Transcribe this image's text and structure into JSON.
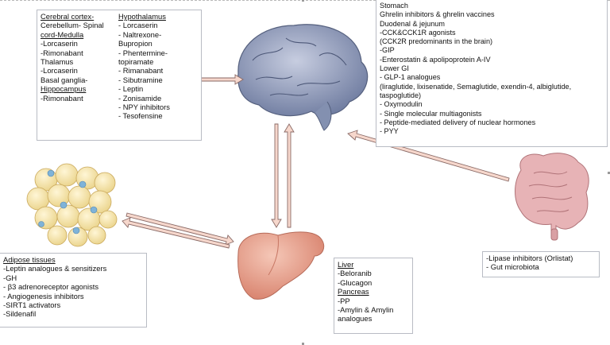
{
  "brain_box": {
    "col1": [
      {
        "text": "Cerebral cortex-",
        "underline": true
      },
      {
        "text": "Cerebellum- Spinal",
        "underline": false
      },
      {
        "text": "cord-Medulla",
        "underline": true
      },
      {
        "text": "-Lorcaserin",
        "underline": false
      },
      {
        "text": "-Rimonabant",
        "underline": false
      },
      {
        "text": "Thalamus",
        "underline": false
      },
      {
        "text": "-Lorcaserin",
        "underline": false
      },
      {
        "text": "Basal ganglia-",
        "underline": false
      },
      {
        "text": "Hippocampus",
        "underline": true
      },
      {
        "text": "-Rimonabant",
        "underline": false
      }
    ],
    "col2": [
      {
        "text": "Hypothalamus",
        "underline": true
      },
      {
        "text": "- Lorcaserin",
        "underline": false
      },
      {
        "text": "- Naltrexone-",
        "underline": false
      },
      {
        "text": "Bupropion",
        "underline": false
      },
      {
        "text": "- Phentermine-",
        "underline": false
      },
      {
        "text": "topiramate",
        "underline": false
      },
      {
        "text": "- Rimanabant",
        "underline": false
      },
      {
        "text": "- Sibutramine",
        "underline": false
      },
      {
        "text": "- Leptin",
        "underline": false
      },
      {
        "text": "- Zonisamide",
        "underline": false
      },
      {
        "text": "- NPY inhibitors",
        "underline": false
      },
      {
        "text": "- Tesofensine",
        "underline": false
      }
    ]
  },
  "gi_box": {
    "lines": [
      "Stomach",
      "Ghrelin inhibitors & ghrelin vaccines",
      "Duodenal & jejunum",
      "-CCK&CCK1R agonists",
      "(CCK2R predominants in the brain)",
      "-GIP",
      "-Enterostatin & apolipoprotein A-IV",
      "Lower GI",
      "- GLP-1 analogues",
      "(liraglutide, lixisenatide, Semaglutide, exendin-4, albiglutide,",
      "taspoglutide)",
      "- Oxymodulin",
      "- Single molecular multiagonists",
      "- Peptide-mediated delivery of nuclear hormones",
      "- PYY"
    ]
  },
  "adipose_box": {
    "lines": [
      {
        "text": "Adipose tissues",
        "underline": true
      },
      {
        "text": "-Leptin analogues & sensitizers",
        "underline": false
      },
      {
        "text": "-GH",
        "underline": false
      },
      {
        "text": "- β3 adrenoreceptor agonists",
        "underline": false
      },
      {
        "text": "- Angiogenesis inhibitors",
        "underline": false
      },
      {
        "text": "-SIRT1 activators",
        "underline": false
      },
      {
        "text": "-Sildenafil",
        "underline": false
      }
    ]
  },
  "liver_box": {
    "lines": [
      {
        "text": "Liver",
        "underline": true
      },
      {
        "text": "-Beloranib",
        "underline": false
      },
      {
        "text": "-Glucagon",
        "underline": false
      },
      {
        "text": "Pancreas",
        "underline": true
      },
      {
        "text": "-PP",
        "underline": false
      },
      {
        "text": "-Amylin & Amylin",
        "underline": false
      },
      {
        "text": "analogues",
        "underline": false
      }
    ]
  },
  "gut_box": {
    "lines": [
      "-Lipase inhibitors (Orlistat)",
      "- Gut microbiota"
    ]
  },
  "colors": {
    "arrow_fill": "#f6d7cc",
    "arrow_stroke": "#8a6a66",
    "brain": "#8d98b5",
    "liver": "#e9a38f",
    "intestine": "#e7b3b6",
    "fat_cell": "#f6e7b0",
    "nucleus": "#7fb3d8"
  }
}
